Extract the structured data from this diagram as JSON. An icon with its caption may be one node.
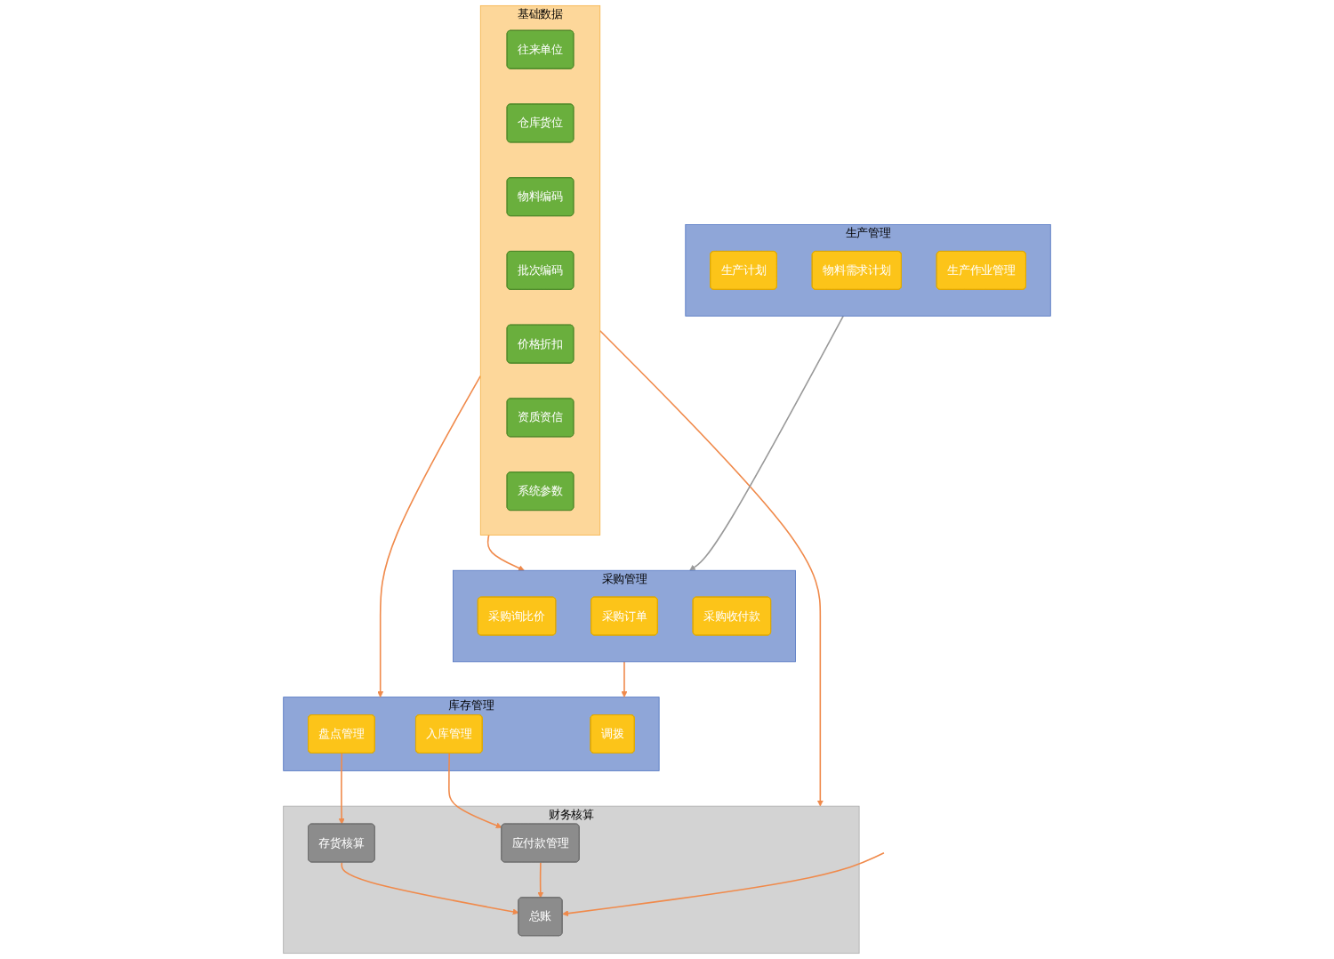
{
  "diagram": {
    "nodes": [
      {
        "text": [
          "基础数据"
        ]
      },
      {
        "text": [
          "往来单位"
        ],
        "in": 0
      },
      {
        "text": [
          "仓库货位"
        ],
        "in": 0
      },
      {
        "text": [
          "物料编码"
        ],
        "in": 0
      },
      {
        "text": [
          "批次编码"
        ],
        "in": 0
      },
      {
        "text": [
          "价格折扣"
        ],
        "in": 0
      },
      {
        "text": [
          "资质资信"
        ],
        "in": 0
      },
      {
        "text": [
          "系统参数"
        ],
        "in": 0
      },
      {
        "text": [
          "采购管理"
        ]
      },
      {
        "text": [
          "采购询比价"
        ],
        "in": 8
      },
      {
        "text": [
          "采购订单"
        ],
        "in": 8
      },
      {
        "text": [
          "采购收付款"
        ],
        "in": 8
      },
      {
        "text": [
          "生产管理"
        ]
      },
      {
        "text": [
          "生产计划"
        ],
        "in": 12
      },
      {
        "text": [
          "物料需求计划"
        ],
        "in": 12
      },
      {
        "text": [
          "生产作业管理"
        ],
        "in": 12
      },
      {
        "text": [
          "库存管理"
        ]
      },
      {
        "text": [
          "入库管理"
        ],
        "in": 16
      },
      {
        "text": [
          "盘点管理"
        ],
        "in": 16
      },
      {
        "text": [
          "调拨"
        ],
        "in": 16
      },
      {
        "text": [
          "财务核算"
        ]
      },
      {
        "text": [
          "应付款管理"
        ],
        "in": 20
      },
      {
        "text": [
          "存货核算"
        ],
        "in": 20
      },
      {
        "text": [
          "总账"
        ],
        "in": 20
      }
    ],
    "edges": [
      {
        "from": 0,
        "to": 8,
        "arrow": "to"
      },
      {
        "from": 0,
        "to": 16,
        "arrow": "to"
      },
      {
        "from": 0,
        "to": 20,
        "arrow": "to"
      },
      {
        "from": 12,
        "to": 8,
        "arrow": "to",
        "color": "#999999"
      },
      {
        "from": 8,
        "to": 16,
        "arrow": "to"
      },
      {
        "from": 17,
        "to": 21,
        "arrow": "to"
      },
      {
        "from": 18,
        "to": 22,
        "arrow": "to"
      },
      {
        "from": 22,
        "to": 23,
        "arrow": "to"
      },
      {
        "from": 21,
        "to": 23,
        "arrow": "to"
      },
      {
        "from": null,
        "to": 23,
        "arrow": "to"
      }
    ]
  }
}
